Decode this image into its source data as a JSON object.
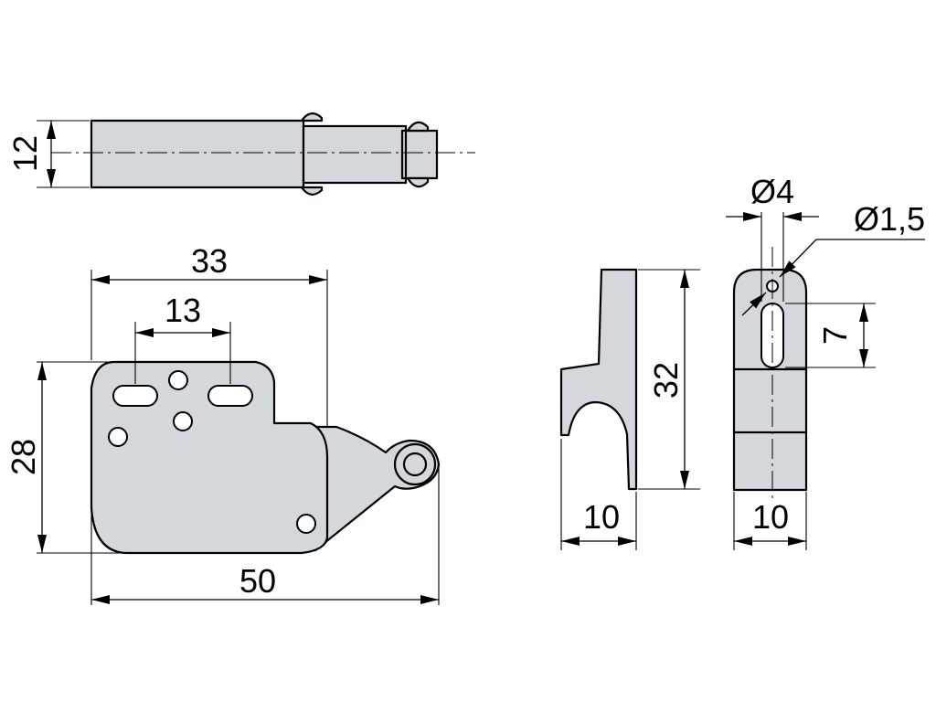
{
  "dimensions": {
    "top_height": "12",
    "overall_width_upper": "33",
    "slot_spacing": "13",
    "height_front": "28",
    "overall_length": "50",
    "side_height": "32",
    "side_depth": "10",
    "end_width": "10",
    "roller_diameter": "Ø4",
    "pin_diameter": "Ø1,5",
    "slot_length": "7"
  }
}
